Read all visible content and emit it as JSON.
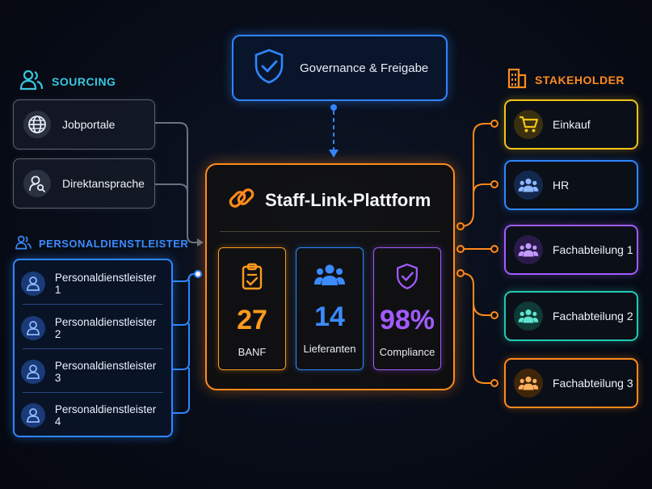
{
  "governance": {
    "label": "Governance & Freigabe"
  },
  "sourcing": {
    "title": "SOURCING",
    "items": [
      {
        "label": "Jobportale",
        "icon": "globe-icon"
      },
      {
        "label": "Direktansprache",
        "icon": "person-search-icon"
      }
    ]
  },
  "personaldienstleister": {
    "title": "PERSONALDIENSTLEISTER",
    "items": [
      {
        "label": "Personaldienstleister 1"
      },
      {
        "label": "Personaldienstleister 2"
      },
      {
        "label": "Personaldienstleister 3"
      },
      {
        "label": "Personaldienstleister 4"
      }
    ]
  },
  "platform": {
    "title": "Staff-Link-Plattform",
    "kpis": [
      {
        "value": "27",
        "caption": "BANF",
        "color": "#ff8a1c",
        "icon": "clipboard-check-icon"
      },
      {
        "value": "14",
        "caption": "Lieferanten",
        "color": "#2f86ff",
        "icon": "group-icon"
      },
      {
        "value": "98%",
        "caption": "Compliance",
        "color": "#a15bff",
        "icon": "shield-check-icon"
      }
    ]
  },
  "stakeholder": {
    "title": "STAKEHOLDER",
    "items": [
      {
        "label": "Einkauf",
        "color": "#f2c318",
        "icon": "cart-icon"
      },
      {
        "label": "HR",
        "color": "#2f86ff",
        "icon": "group-icon"
      },
      {
        "label": "Fachabteilung 1",
        "color": "#a15bff",
        "icon": "group-icon"
      },
      {
        "label": "Fachabteilung 2",
        "color": "#22c9b4",
        "icon": "group-icon"
      },
      {
        "label": "Fachabteilung 3",
        "color": "#ff8a1c",
        "icon": "group-icon"
      }
    ]
  },
  "colors": {
    "accent_orange": "#ff8a1c",
    "accent_blue": "#2f86ff",
    "accent_cyan": "#38c7e0",
    "grey_connector": "#6a7282"
  }
}
